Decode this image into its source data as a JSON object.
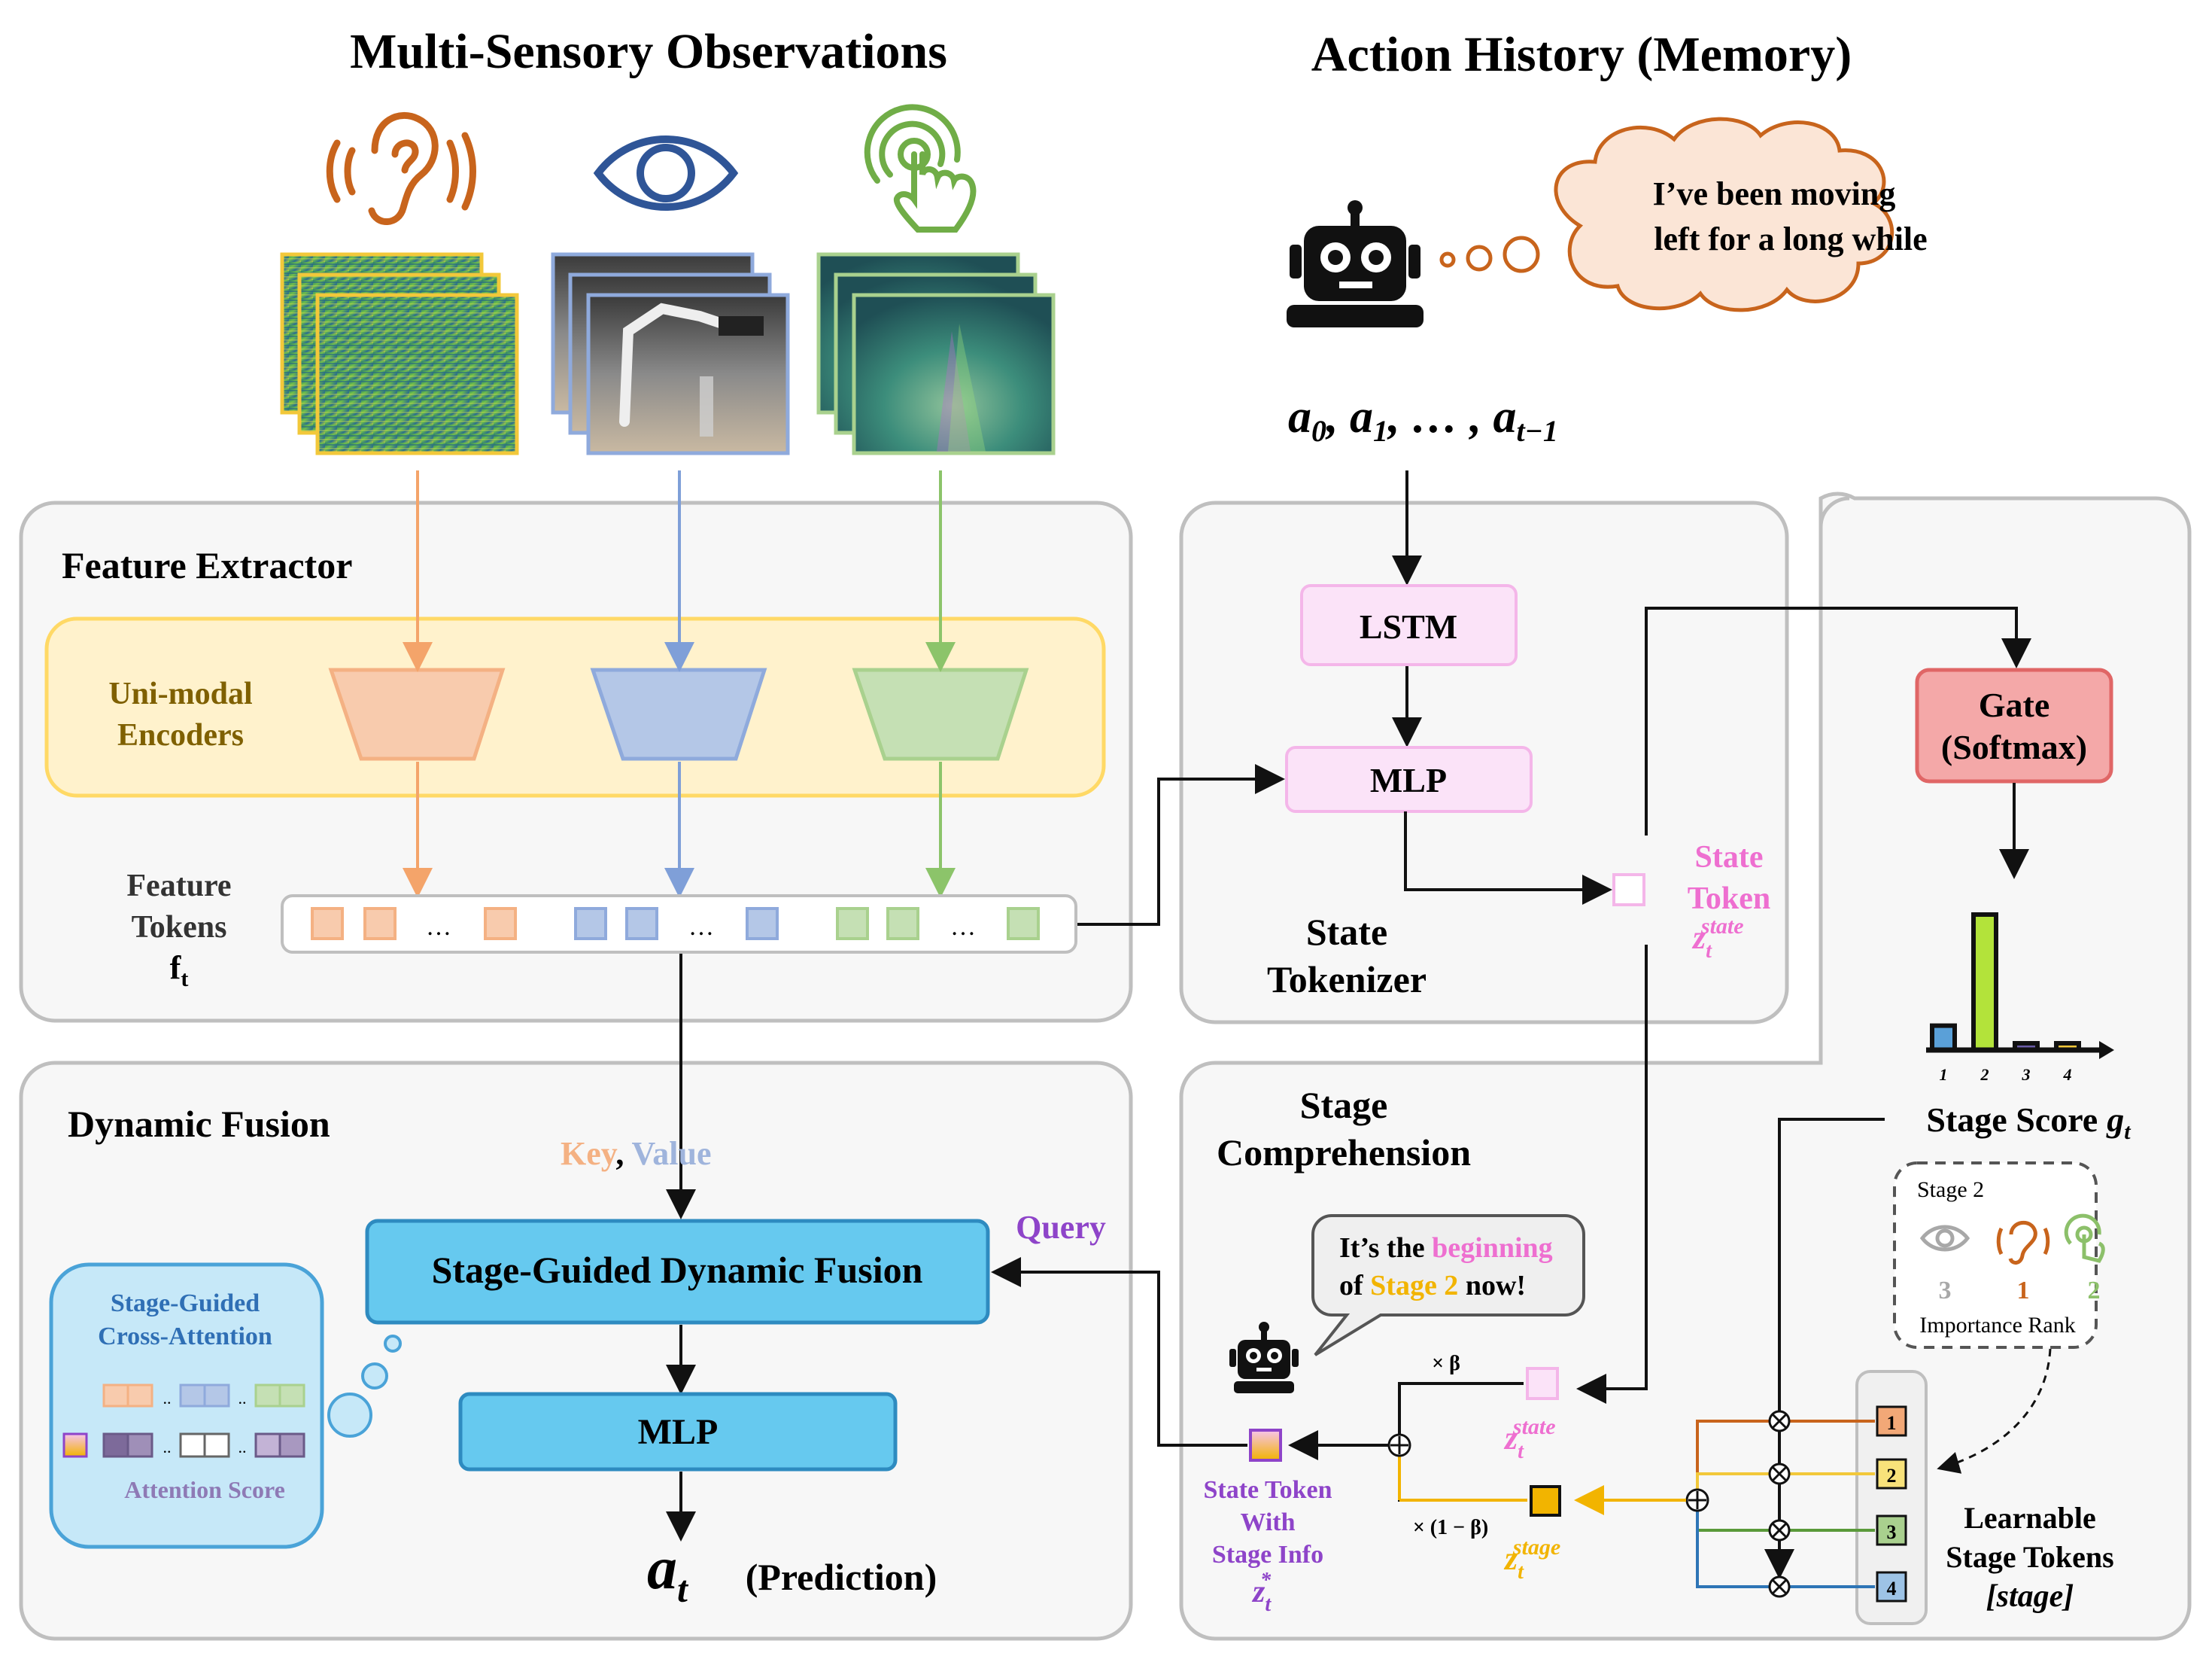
{
  "headings": {
    "observations": "Multi-Sensory Observations",
    "memory": "Action History (Memory)"
  },
  "thought_bubble": {
    "line1": "I’ve been moving",
    "line2": "left for a long while"
  },
  "action_seq": {
    "a0": "a",
    "s0": "0",
    "a1": "a",
    "s1": "1",
    "dots": "…",
    "at": "a",
    "st": "t−1"
  },
  "feature_extractor": {
    "title": "Feature Extractor",
    "encoders_line1": "Uni-modal",
    "encoders_line2": "Encoders",
    "tokens_line1": "Feature",
    "tokens_line2": "Tokens",
    "tokens_sym": "f",
    "tokens_sub": "t",
    "ellipsis": "…"
  },
  "state_tokenizer": {
    "lstm": "LSTM",
    "mlp": "MLP",
    "title_line1": "State",
    "title_line2": "Tokenizer",
    "token_line1": "State",
    "token_line2": "Token",
    "token_sym": "z",
    "token_sub": "t",
    "token_sup": "state"
  },
  "gate": {
    "line1": "Gate",
    "line2": "(Softmax)",
    "bars": [
      0.18,
      1.0,
      0.05,
      0.05
    ],
    "bar_colors": [
      "#5aa0d8",
      "#b3e33a",
      "#6b5ca8",
      "#f2c83a"
    ],
    "ticks": [
      "1",
      "2",
      "3",
      "4"
    ],
    "score_label": "Stage Score",
    "score_sym": "g",
    "score_sub": "t"
  },
  "stage_comprehension": {
    "title_line1": "Stage",
    "title_line2": "Comprehension",
    "speech_l1a": "It’s the ",
    "speech_l1b": "beginning",
    "speech_l2a": "of ",
    "speech_l2b": "Stage 2",
    "speech_l2c": " now!",
    "beta": "× β",
    "one_minus_beta": "× (1 − β)",
    "state_sym": "z",
    "state_sub": "t",
    "state_sup": "state",
    "stage_sym": "z",
    "stage_sub": "t",
    "stage_sup": "stage",
    "output_line1": "State Token",
    "output_line2": "With",
    "output_line3": "Stage Info",
    "output_sym": "z",
    "output_sub": "t",
    "output_sup": "*",
    "rank_title": "Stage 2",
    "rank_values": [
      "3",
      "1",
      "2"
    ],
    "rank_colors": [
      "#a8a8a8",
      "#c8641c",
      "#8cc06a"
    ],
    "rank_caption": "Importance Rank",
    "stage_token_labels": [
      "1",
      "2",
      "3",
      "4"
    ],
    "stage_token_colors": [
      "#f2a877",
      "#f8e27a",
      "#a9d08e",
      "#9dc3e6"
    ],
    "stage_line_colors": [
      "#c8641c",
      "#f2c83a",
      "#5a9a3a",
      "#2e75b6"
    ],
    "learnable_line1": "Learnable",
    "learnable_line2": "Stage Tokens",
    "learnable_line3": "[stage]"
  },
  "dynamic_fusion": {
    "title": "Dynamic Fusion",
    "key": "Key",
    "comma": ", ",
    "value": "Value",
    "query": "Query",
    "fusion_block": "Stage-Guided Dynamic Fusion",
    "mlp": "MLP",
    "pred_sym": "a",
    "pred_sub": "t",
    "prediction": "(Prediction)",
    "attn_title_line1": "Stage-Guided",
    "attn_title_line2": "Cross-Attention",
    "attn_score": "Attention Score"
  },
  "colors": {
    "audio": "#f4b183",
    "audio_fill": "#f8cbad",
    "vision": "#8faadc",
    "vision_fill": "#b4c7e7",
    "touch": "#a9d18e",
    "touch_fill": "#c5e0b4",
    "pink": "#ee6fd0",
    "purple": "#8e44c9",
    "gold": "#f2b400"
  }
}
